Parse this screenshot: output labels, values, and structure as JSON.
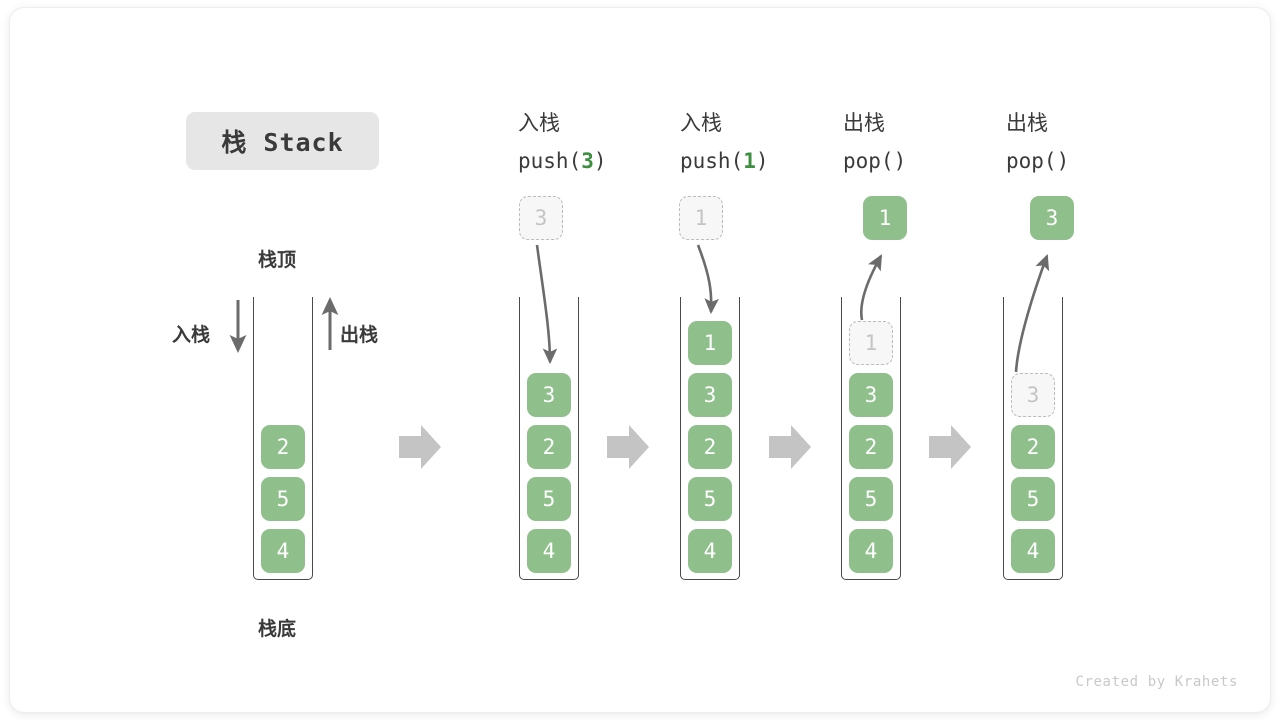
{
  "title_badge": {
    "label": "栈 Stack"
  },
  "credit": "Created by Krahets",
  "colors": {
    "cell_fill": "#8fc08b",
    "cell_text": "#ffffff",
    "ghost_fill": "#f7f7f7",
    "ghost_text": "#c4c4c4",
    "ghost_border": "#bcbcbc",
    "container_border": "#4a4a4a",
    "step_arrow": "#c4c4c4",
    "curve_arrow": "#6b6b6b",
    "accent_green": "#3d8f40",
    "text": "#3a3a3a",
    "badge_bg": "#e6e6e6"
  },
  "base_stack": {
    "top_label": "栈顶",
    "bottom_label": "栈底",
    "push_label": "入栈",
    "pop_label": "出栈",
    "cells": [
      "2",
      "5",
      "4"
    ]
  },
  "steps": [
    {
      "id": "push-3",
      "op_cn": "入栈",
      "op_code_prefix": "push(",
      "op_code_arg": "3",
      "op_code_suffix": ")",
      "floating": {
        "value": "3",
        "state": "ghost"
      },
      "cells": [
        {
          "value": "3",
          "state": "filled"
        },
        {
          "value": "2",
          "state": "filled"
        },
        {
          "value": "5",
          "state": "filled"
        },
        {
          "value": "4",
          "state": "filled"
        }
      ]
    },
    {
      "id": "push-1",
      "op_cn": "入栈",
      "op_code_prefix": "push(",
      "op_code_arg": "1",
      "op_code_suffix": ")",
      "floating": {
        "value": "1",
        "state": "ghost"
      },
      "cells": [
        {
          "value": "1",
          "state": "filled"
        },
        {
          "value": "3",
          "state": "filled"
        },
        {
          "value": "2",
          "state": "filled"
        },
        {
          "value": "5",
          "state": "filled"
        },
        {
          "value": "4",
          "state": "filled"
        }
      ]
    },
    {
      "id": "pop-1",
      "op_cn": "出栈",
      "op_code_prefix": "pop(",
      "op_code_arg": "",
      "op_code_suffix": ")",
      "floating": {
        "value": "1",
        "state": "filled"
      },
      "cells": [
        {
          "value": "1",
          "state": "ghost"
        },
        {
          "value": "3",
          "state": "filled"
        },
        {
          "value": "2",
          "state": "filled"
        },
        {
          "value": "5",
          "state": "filled"
        },
        {
          "value": "4",
          "state": "filled"
        }
      ]
    },
    {
      "id": "pop-3",
      "op_cn": "出栈",
      "op_code_prefix": "pop(",
      "op_code_arg": "",
      "op_code_suffix": ")",
      "floating": {
        "value": "3",
        "state": "filled"
      },
      "cells": [
        {
          "value": "3",
          "state": "ghost"
        },
        {
          "value": "2",
          "state": "filled"
        },
        {
          "value": "5",
          "state": "filled"
        },
        {
          "value": "4",
          "state": "filled"
        }
      ]
    }
  ]
}
